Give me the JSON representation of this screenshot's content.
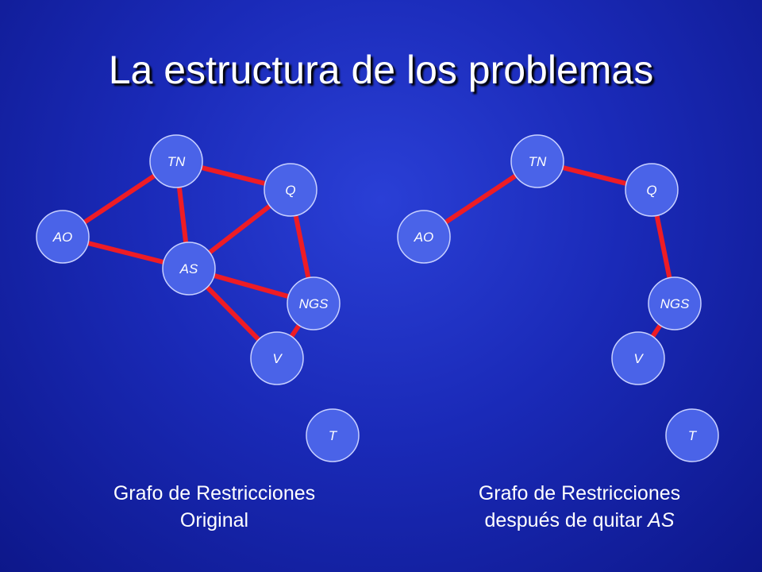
{
  "title": "La estructura de los problemas",
  "colors": {
    "edge": "#ee1c25",
    "node": "#4a63e8",
    "node_stroke": "#c8d0ff",
    "background": "#1a2ab8"
  },
  "graphs": [
    {
      "id": "original",
      "nodes": [
        "TN",
        "Q",
        "AO",
        "AS",
        "NGS",
        "V",
        "T"
      ],
      "edges": [
        [
          "AO",
          "TN"
        ],
        [
          "TN",
          "Q"
        ],
        [
          "TN",
          "AS"
        ],
        [
          "AO",
          "AS"
        ],
        [
          "AS",
          "Q"
        ],
        [
          "AS",
          "NGS"
        ],
        [
          "Q",
          "NGS"
        ],
        [
          "AS",
          "V"
        ],
        [
          "NGS",
          "V"
        ]
      ],
      "caption": {
        "line1": "Grafo de Restricciones",
        "line2": "Original"
      }
    },
    {
      "id": "sin-as",
      "nodes": [
        "TN",
        "Q",
        "AO",
        "NGS",
        "V",
        "T"
      ],
      "edges": [
        [
          "AO",
          "TN"
        ],
        [
          "TN",
          "Q"
        ],
        [
          "Q",
          "NGS"
        ],
        [
          "NGS",
          "V"
        ]
      ],
      "caption": {
        "line1": "Grafo de Restricciones",
        "line2_prefix": "después de quitar ",
        "line2_em": "AS"
      }
    }
  ]
}
